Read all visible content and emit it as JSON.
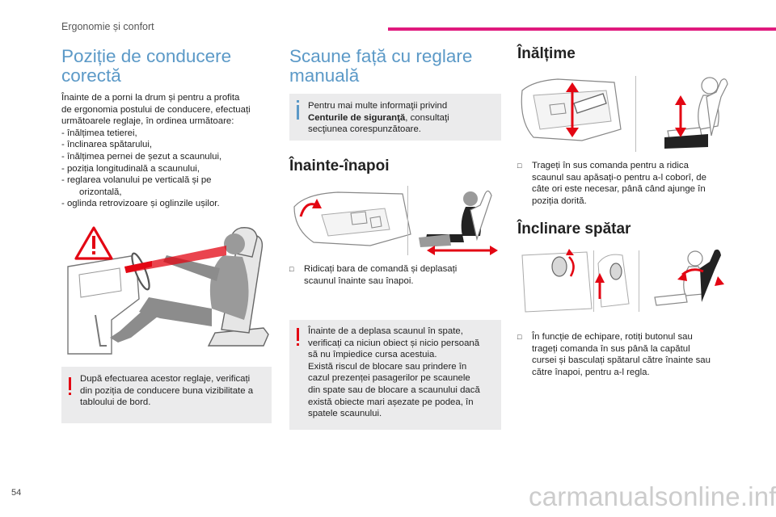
{
  "header": {
    "section_title": "Ergonomie și confort",
    "accent_color": "#e0197d"
  },
  "page_number": "54",
  "watermark": "carmanualsonline.info",
  "col1": {
    "title_line1": "Poziție de conducere",
    "title_line2": "corectă",
    "intro_lines": [
      "Înainte de a porni la drum și pentru a profita",
      "de ergonomia postului de conducere, efectuați",
      "următoarele reglaje, în ordinea următoare:",
      "-   înălțimea tetierei,",
      "-   înclinarea spătarului,",
      "-   înălțimea pernei de șezut a scaunului,",
      "-   poziția longitudinală a scaunului,",
      "-   reglarea volanului pe verticală și pe",
      "orizontală,",
      "-   oglinda retrovizoare și oglinzile ușilor."
    ],
    "illustration_icon": "warning-triangle-icon",
    "warning_lines": [
      "După efectuarea acestor reglaje, verificați",
      "din poziția de conducere buna vizibilitate a",
      "tabloului de bord."
    ]
  },
  "col2": {
    "title_line1": "Scaune față cu reglare",
    "title_line2": "manuală",
    "info_pre": "Pentru mai multe informaţii privind",
    "info_bold": "Centurile de siguranţă",
    "info_post": ", consultaţi",
    "info_line3": "secţiunea corespunzătoare.",
    "section_title": "Înainte-înapoi",
    "bullet_lines": [
      "Ridicați bara de comandă și deplasați",
      "scaunul înainte sau înapoi."
    ],
    "warning_lines": [
      "Înainte de a deplasa scaunul în spate,",
      "verificați ca niciun obiect și nicio persoană",
      "să nu împiedice cursa acestuia.",
      "Există riscul de blocare sau prindere în",
      "cazul prezenței pasagerilor pe scaunele",
      "din spate sau de blocare a scaunului dacă",
      "există obiecte mari așezate pe podea, în",
      "spatele scaunului."
    ]
  },
  "col3": {
    "section1_title": "Înălțime",
    "section1_lines": [
      "Trageți în sus comanda pentru a ridica",
      "scaunul sau apăsați-o pentru a-l coborî, de",
      "câte ori este necesar, până când ajunge în",
      "poziția dorită."
    ],
    "section2_title": "Înclinare spătar",
    "section2_lines": [
      "În funcție de echipare, rotiți butonul sau",
      "trageți comanda în sus până la capătul",
      "cursei și basculați spătarul către înainte sau",
      "către înapoi, pentru a-l regla."
    ]
  },
  "colors": {
    "heading_blue": "#5b99c7",
    "info_blue": "#5b99c7",
    "warning_red": "#e30613",
    "note_bg": "#ebebec"
  }
}
